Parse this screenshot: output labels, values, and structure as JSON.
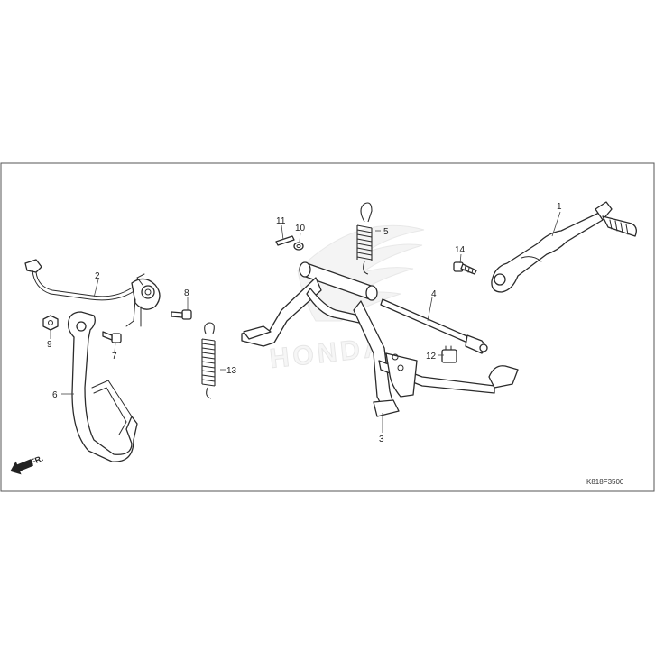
{
  "drawing_code": "K818F3500",
  "direction_label": "FR.",
  "watermark_text": "HONDA",
  "colors": {
    "line": "#2b2b2b",
    "watermark": "#e2e2e2",
    "frame": "#555555",
    "background": "#ffffff"
  },
  "callouts": [
    {
      "id": "1",
      "label": "1"
    },
    {
      "id": "2",
      "label": "2"
    },
    {
      "id": "3",
      "label": "3"
    },
    {
      "id": "4",
      "label": "4"
    },
    {
      "id": "5",
      "label": "5"
    },
    {
      "id": "6",
      "label": "6"
    },
    {
      "id": "7",
      "label": "7"
    },
    {
      "id": "8",
      "label": "8"
    },
    {
      "id": "9",
      "label": "9"
    },
    {
      "id": "10",
      "label": "10"
    },
    {
      "id": "11",
      "label": "11"
    },
    {
      "id": "12",
      "label": "12"
    },
    {
      "id": "13",
      "label": "13"
    },
    {
      "id": "14",
      "label": "14"
    }
  ],
  "icons": [
    "forward-arrow-icon",
    "honda-wing-watermark-icon"
  ]
}
